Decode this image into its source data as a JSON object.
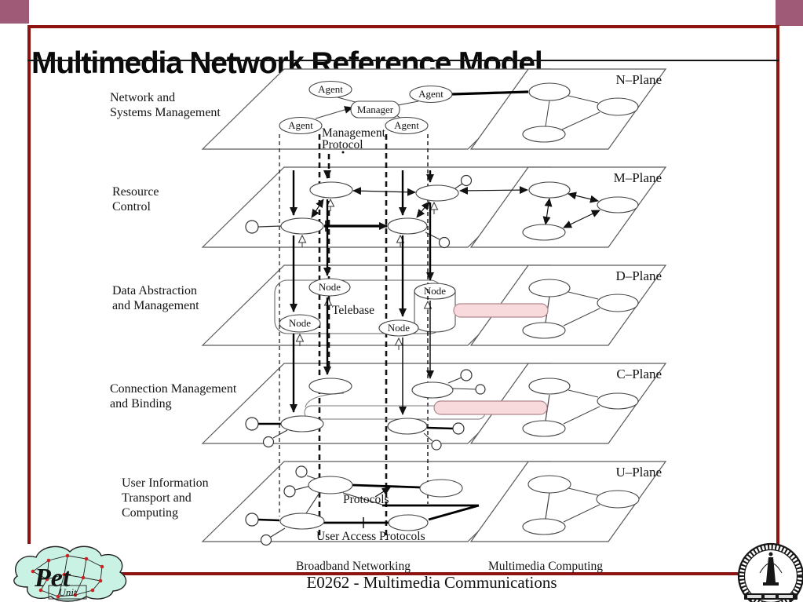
{
  "slide": {
    "title": "Multimedia Network Reference Model",
    "course_footer": "E0262 - Multimedia Communications"
  },
  "colors": {
    "frame_red": "#8e1414",
    "corner_mauve": "#9f5a78",
    "capsule_pink": "#f9dadc",
    "logo_teal": "#c9f2e4"
  },
  "diagram": {
    "planes": [
      {
        "name": "N–Plane",
        "label_lines": [
          "Network and",
          "Systems Management"
        ]
      },
      {
        "name": "M–Plane",
        "label_lines": [
          "Resource",
          "Control"
        ]
      },
      {
        "name": "D–Plane",
        "label_lines": [
          "Data Abstraction",
          "and Management"
        ]
      },
      {
        "name": "C–Plane",
        "label_lines": [
          "Connection Management",
          "and Binding"
        ]
      },
      {
        "name": "U–Plane",
        "label_lines": [
          "User Information",
          "Transport and",
          "Computing"
        ]
      }
    ],
    "labels": {
      "agent": "Agent",
      "manager": "Manager",
      "management_protocol": [
        "Management",
        "Protocol"
      ],
      "node": "Node",
      "telebase": "Telebase",
      "protocols": "Protocols",
      "user_access_protocols": "User Access Protocols"
    },
    "axis_labels": {
      "left": "Broadband Networking",
      "right": "Multimedia Computing"
    }
  },
  "logos": {
    "pet": {
      "word": "Pet",
      "sub": "Unit"
    }
  }
}
